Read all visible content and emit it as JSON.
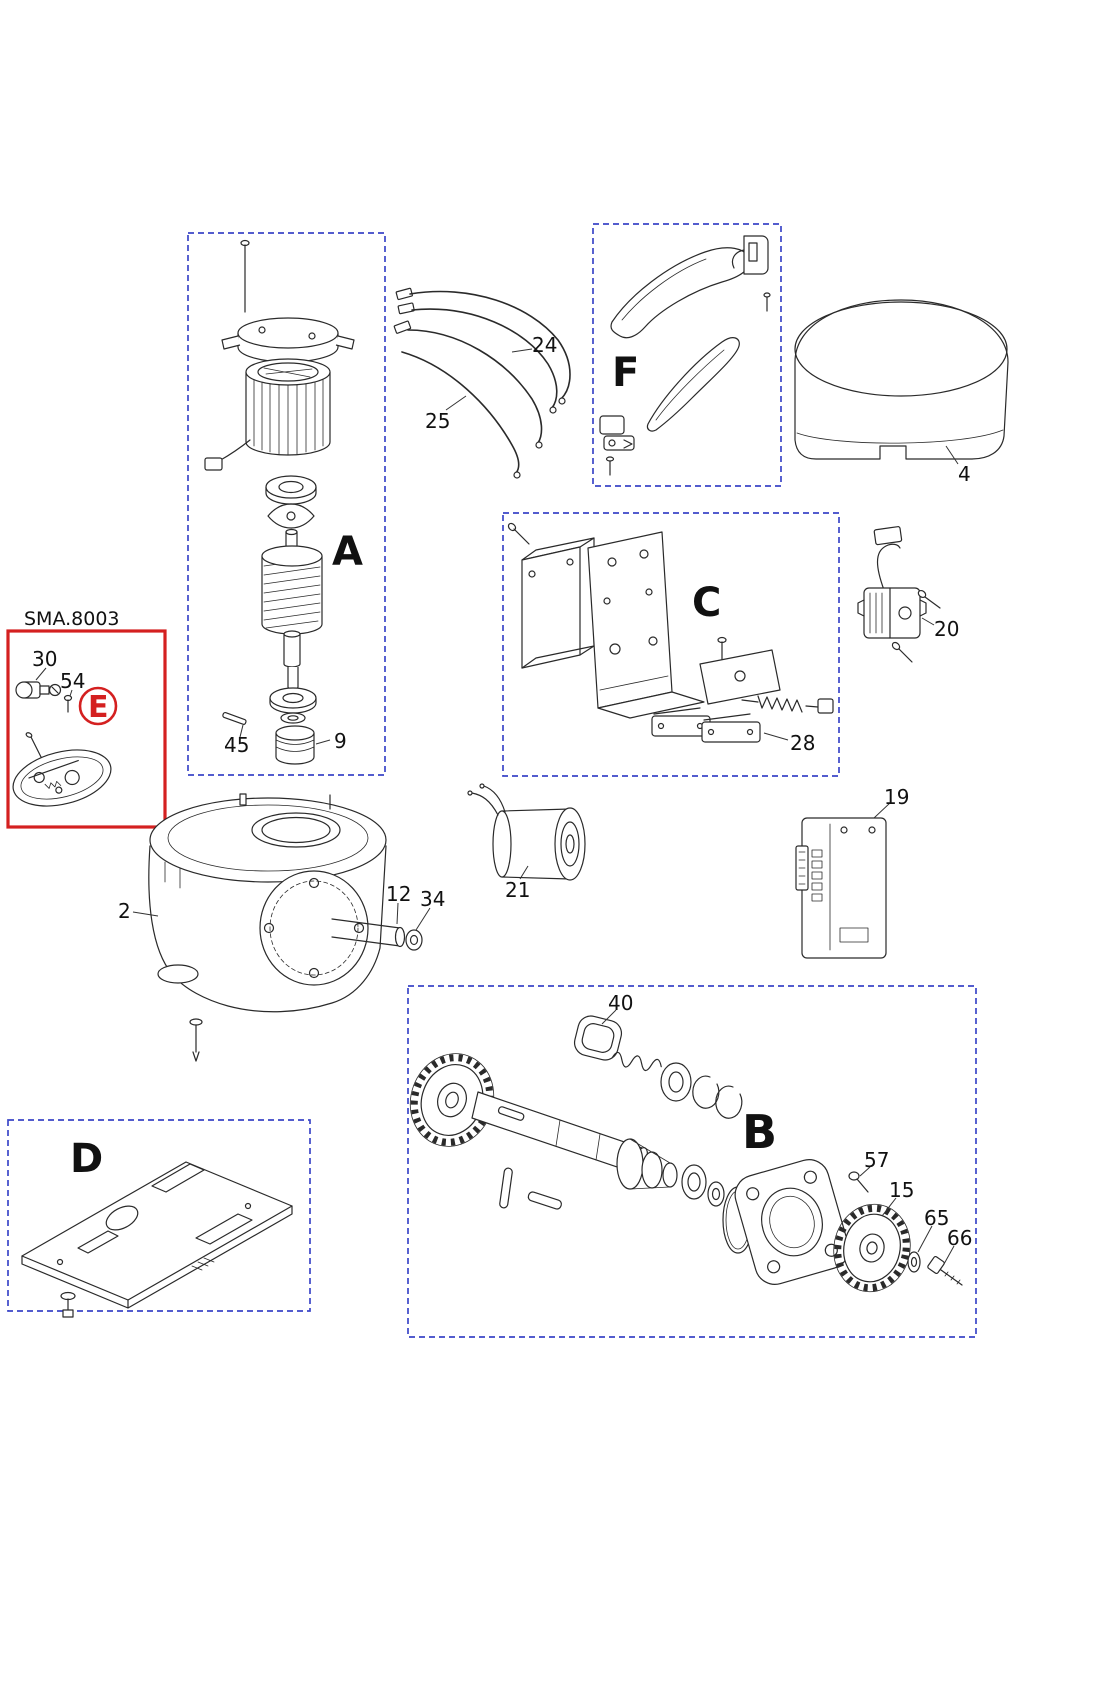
{
  "diagram": {
    "type": "exploded-parts-diagram",
    "code_label": "SMA.8003",
    "colors": {
      "group_box": "#3b46c8",
      "highlight_box": "#d42020",
      "line": "#2a2a2a",
      "background": "#ffffff"
    },
    "groups": [
      {
        "id": "A",
        "parts": [
          "9",
          "45"
        ]
      },
      {
        "id": "B",
        "parts": [
          "40",
          "57",
          "15",
          "65",
          "66"
        ]
      },
      {
        "id": "C",
        "parts": [
          "28"
        ]
      },
      {
        "id": "D",
        "parts": []
      },
      {
        "id": "E",
        "parts": [
          "30",
          "54"
        ]
      },
      {
        "id": "F",
        "parts": []
      }
    ],
    "loose_parts": [
      "2",
      "4",
      "12",
      "19",
      "20",
      "21",
      "24",
      "25",
      "34"
    ],
    "labels": {
      "code": "SMA.8003",
      "group_a": "A",
      "group_b": "B",
      "group_c": "C",
      "group_d": "D",
      "group_e": "E",
      "group_f": "F",
      "p2": "2",
      "p4": "4",
      "p9": "9",
      "p12": "12",
      "p15": "15",
      "p19": "19",
      "p20": "20",
      "p21": "21",
      "p24": "24",
      "p25": "25",
      "p28": "28",
      "p30": "30",
      "p34": "34",
      "p40": "40",
      "p45": "45",
      "p54": "54",
      "p57": "57",
      "p65": "65",
      "p66": "66"
    }
  }
}
